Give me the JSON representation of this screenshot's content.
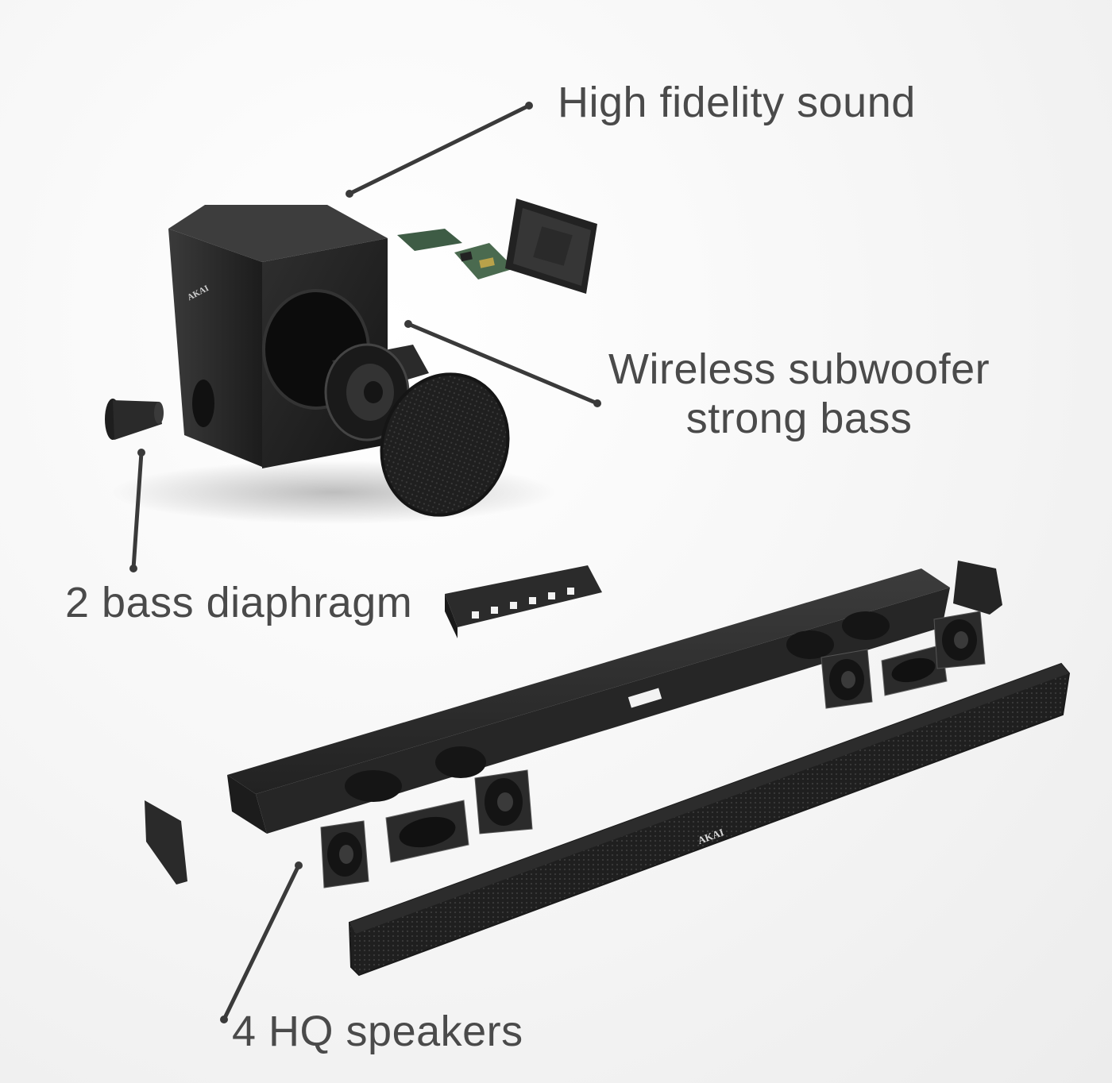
{
  "callouts": {
    "hifi": "High fidelity sound",
    "subwoofer_line1": "Wireless subwoofer",
    "subwoofer_line2": "strong bass",
    "bass": "2 bass diaphragm",
    "speakers": "4 HQ speakers"
  },
  "brand": {
    "subwoofer_logo": "AKAI",
    "soundbar_logo": "AKAI"
  },
  "colors": {
    "text": "#4a4a4a",
    "leader": "#3a3a3a",
    "device": "#2b2b2b"
  },
  "icons": {
    "leader_dot": "filled-circle"
  }
}
